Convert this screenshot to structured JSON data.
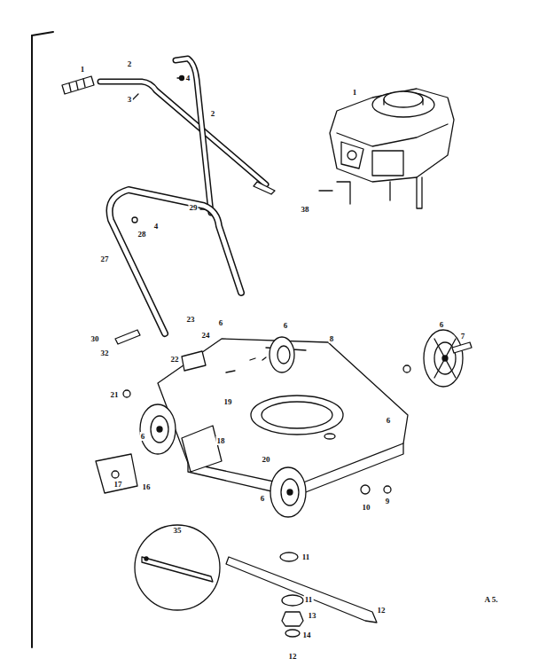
{
  "diagram": {
    "labels": [
      "1",
      "2",
      "4",
      "3",
      "2",
      "1",
      "38",
      "29",
      "4",
      "28",
      "27",
      "23",
      "24",
      "30",
      "32",
      "22",
      "6",
      "6",
      "8",
      "6",
      "7",
      "21",
      "19",
      "18",
      "20",
      "6",
      "6",
      "6",
      "17",
      "16",
      "10",
      "9",
      "35",
      "11",
      "11",
      "13",
      "14",
      "12",
      "A 5.",
      "12"
    ]
  }
}
